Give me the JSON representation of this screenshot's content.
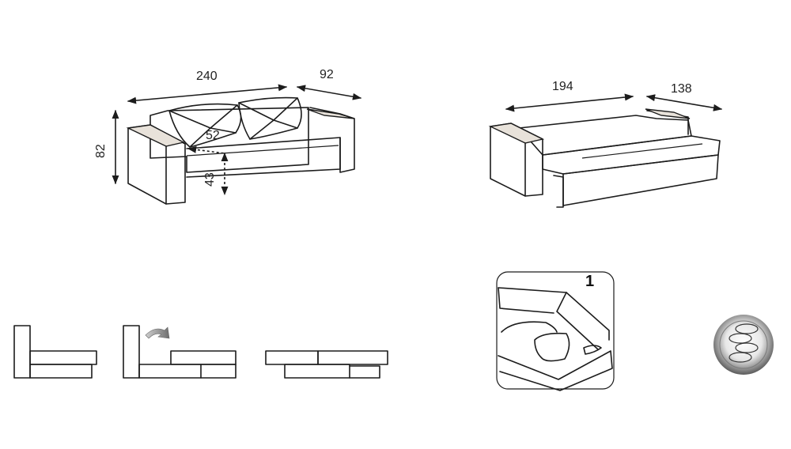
{
  "dimensions": {
    "sofa_width": "240",
    "sofa_depth": "92",
    "sofa_height": "82",
    "seat_depth": "52",
    "seat_height": "43",
    "bed_width": "194",
    "bed_length": "138"
  },
  "detail_badge": "1",
  "icons": {
    "spring_badge": "spring-badge-icon",
    "arrow": "curved-arrow-icon"
  },
  "colors": {
    "line": "#1c1c1c",
    "armrest_top": "#e8e2da",
    "background": "#ffffff"
  }
}
